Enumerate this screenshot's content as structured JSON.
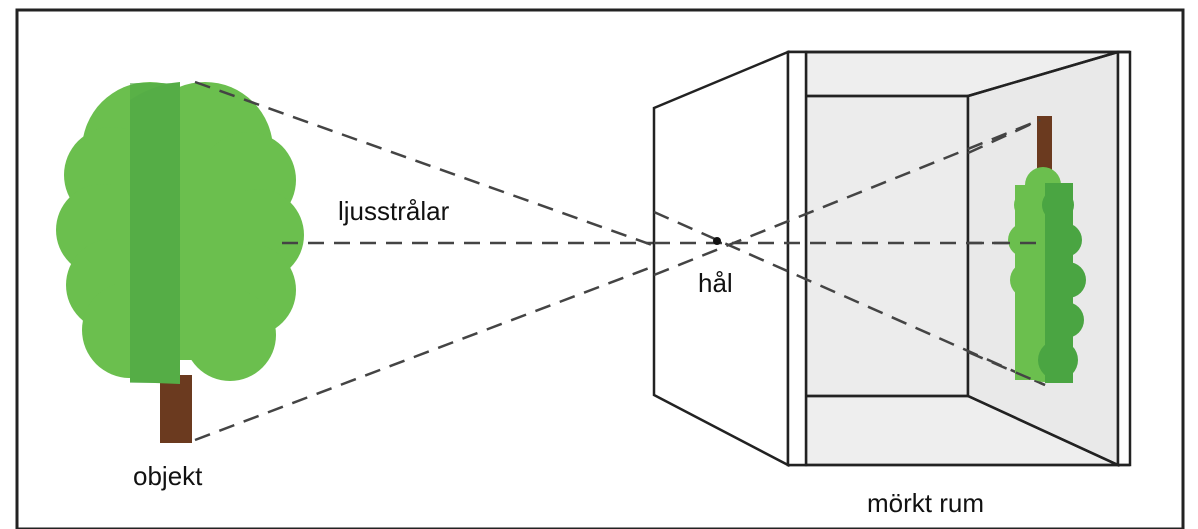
{
  "labels": {
    "light_rays": "ljusstrålar",
    "hole": "hål",
    "object": "objekt",
    "dark_room": "mörkt rum"
  },
  "colors": {
    "frame": "#222222",
    "tree_light": "#6bbf4e",
    "tree_dark": "#4aa542",
    "trunk": "#6b3a1f",
    "room_fill": "#eeeeee",
    "ray": "#444444"
  },
  "icons": {
    "object_tree": "tree-icon",
    "projected_tree": "inverted-tree-icon"
  }
}
